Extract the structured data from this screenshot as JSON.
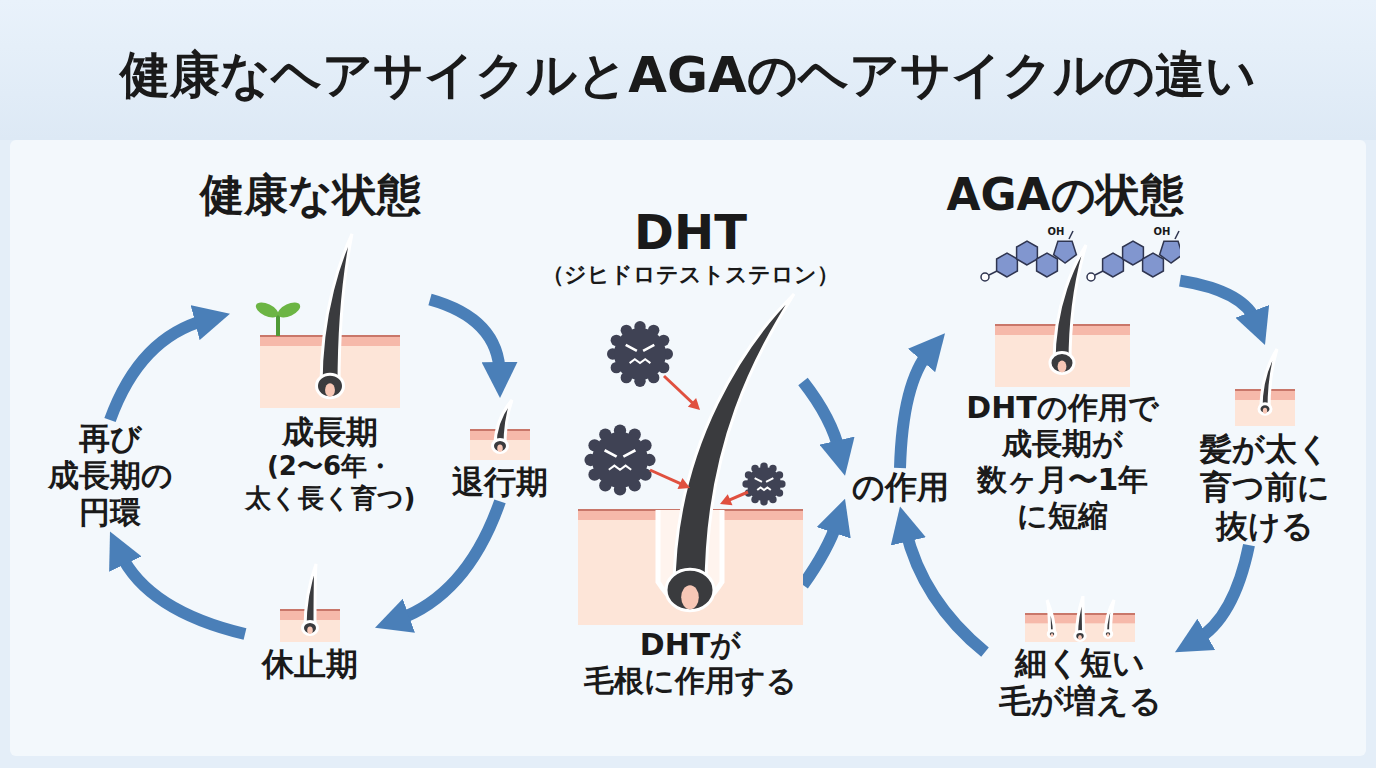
{
  "diagram": {
    "title": "健康なヘアサイクルとAGAのヘアサイクルの違い",
    "nodes": [
      {
        "text": [
          "成長期",
          "(2〜6年・ 太く長く育つ)"
        ]
      },
      {
        "text": [
          "退行期"
        ]
      },
      {
        "text": [
          "休止期"
        ]
      },
      {
        "text": [
          "再び 成長期の 円環"
        ]
      },
      {
        "text": [
          "DHT",
          "（ジヒドロテストステロン）",
          "DHTが 毛根に作用する"
        ]
      },
      {
        "text": [
          "の作用"
        ]
      },
      {
        "text": [
          "DHTの作用で 成長期が 数ヶ月〜1年 に短縮"
        ]
      },
      {
        "text": [
          "髪が太く 育つ前に 抜ける"
        ]
      },
      {
        "text": [
          "細く短い 毛が増える"
        ]
      }
    ],
    "edges": [
      {
        "from": 0,
        "to": 1,
        "arrow": "to"
      },
      {
        "from": 1,
        "to": 2,
        "arrow": "to"
      },
      {
        "from": 2,
        "to": 3,
        "arrow": "to"
      },
      {
        "from": 3,
        "to": 0,
        "arrow": "to"
      },
      {
        "from": 4,
        "to": 5,
        "arrow": "to"
      },
      {
        "from": 4,
        "to": 5,
        "arrow": "to"
      },
      {
        "from": 5,
        "to": 6,
        "arrow": "to"
      },
      {
        "from": 6,
        "to": 7,
        "arrow": "to"
      },
      {
        "from": 7,
        "to": 8,
        "arrow": "to"
      },
      {
        "from": 8,
        "to": 5,
        "arrow": "to"
      }
    ],
    "labels": [
      "健康な状態",
      "AGAの状態",
      "OH",
      "OH"
    ]
  }
}
